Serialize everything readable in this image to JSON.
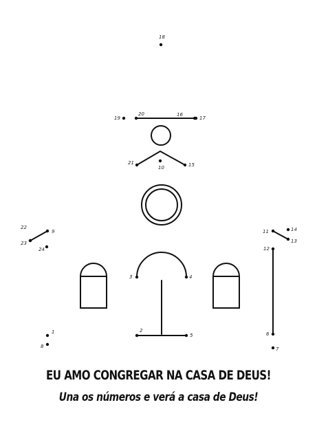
{
  "puzzle": {
    "labels": [
      "1",
      "2",
      "3",
      "4",
      "5",
      "6",
      "7",
      "8",
      "9",
      "10",
      "11",
      "12",
      "13",
      "14",
      "15",
      "16",
      "17",
      "18",
      "19",
      "20",
      "21",
      "22",
      "23",
      "24"
    ]
  },
  "title": "EU AMO CONGREGAR NA CASA DE DEUS!",
  "subtitle": "Una os números e verá a casa de Deus!"
}
